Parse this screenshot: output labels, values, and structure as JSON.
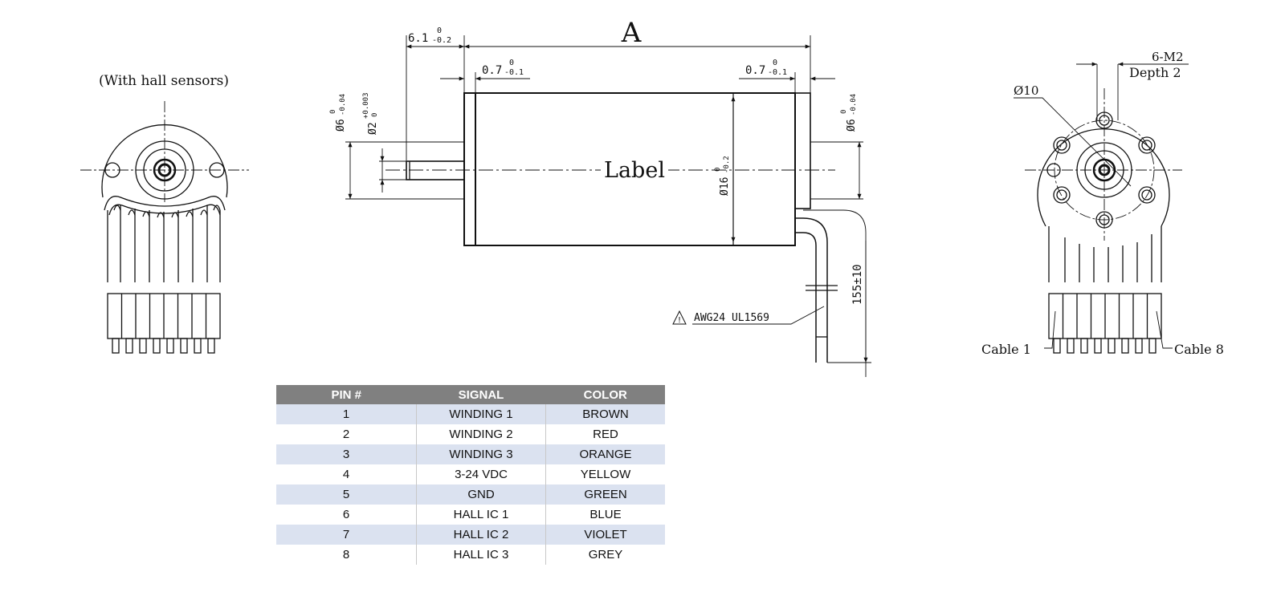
{
  "drawing": {
    "left_view_title": "(With hall sensors)",
    "dim_top": "A",
    "dim_shaft_len": "6.1",
    "dim_shaft_len_tol": "-0.2",
    "dim_lip_left": "0.7",
    "dim_lip_left_tol": "-0.1",
    "dim_lip_right": "0.7",
    "dim_lip_right_tol": "-0.1",
    "dim_boss_left": "Ø6",
    "dim_boss_left_tol": "-0.04",
    "dim_shaft": "Ø2",
    "dim_shaft_tol": "+0.003",
    "dim_body": "Ø16",
    "dim_body_tol": "-0.2",
    "dim_boss_right": "Ø6",
    "dim_boss_right_tol": "-0.04",
    "label_text": "Label",
    "cable_spec": "AWG24 UL1569",
    "cable_length": "155±10",
    "right_dia": "Ø10",
    "right_thread": "6-M2",
    "right_depth": "Depth 2",
    "cable_first": "Cable 1",
    "cable_last": "Cable 8",
    "zero": "0"
  },
  "table": {
    "headers": [
      "PIN #",
      "SIGNAL",
      "COLOR"
    ],
    "rows": [
      [
        "1",
        "WINDING 1",
        "BROWN"
      ],
      [
        "2",
        "WINDING 2",
        "RED"
      ],
      [
        "3",
        "WINDING 3",
        "ORANGE"
      ],
      [
        "4",
        "3-24 VDC",
        "YELLOW"
      ],
      [
        "5",
        "GND",
        "GREEN"
      ],
      [
        "6",
        "HALL IC 1",
        "BLUE"
      ],
      [
        "7",
        "HALL IC 2",
        "VIOLET"
      ],
      [
        "8",
        "HALL IC 3",
        "GREY"
      ]
    ],
    "header_color": "#808080",
    "stripe_color": "#dbe2f0"
  }
}
